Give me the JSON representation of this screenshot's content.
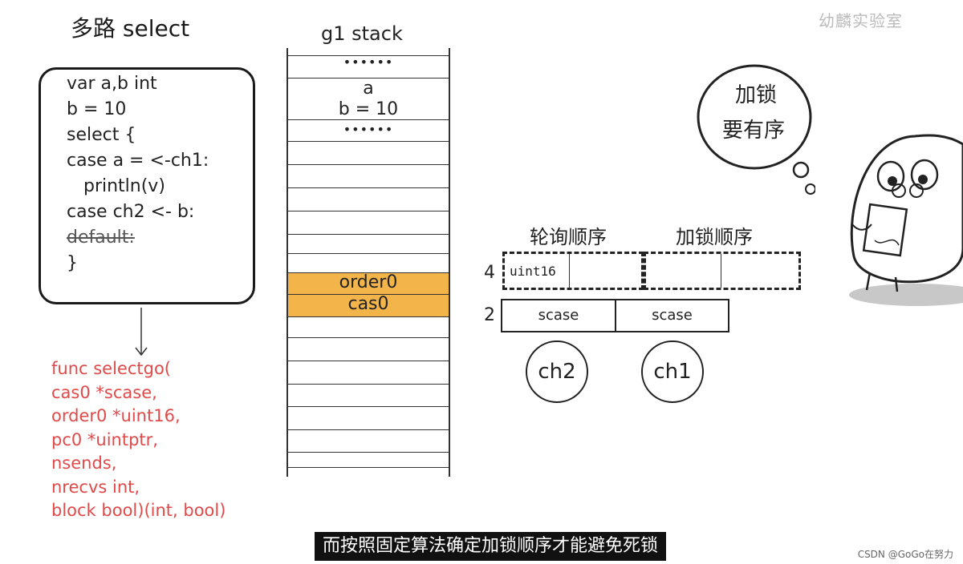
{
  "title": "多路 select",
  "code": {
    "lines": [
      "var a,b int",
      "b = 10",
      "",
      "select {",
      "case a = <-ch1:",
      "   println(v)",
      "case ch2 <- b:"
    ],
    "strikethrough_line": "default:",
    "closing": "}"
  },
  "func_signature": [
    "func selectgo(",
    "cas0 *scase,",
    "order0 *uint16,",
    "pc0 *uintptr,",
    "nsends,",
    "nrecvs int,",
    "block bool)(int, bool)"
  ],
  "stack": {
    "title": "g1 stack",
    "dots_top": "••••••",
    "a": "a",
    "b": "b = 10",
    "dots_bottom": "••••••",
    "order0": "order0",
    "cas0": "cas0",
    "highlight_color": "#f3b54a"
  },
  "speech_bubble": {
    "line1": "加锁",
    "line2": "要有序"
  },
  "orders": {
    "poll_label": "轮询顺序",
    "lock_label": "加锁顺序",
    "row4_num": "4",
    "row4_type": "uint16",
    "row2_num": "2",
    "scase1": "scase",
    "scase2": "scase",
    "ch2": "ch2",
    "ch1": "ch1"
  },
  "subtitle": "而按照固定算法确定加锁顺序才能避免死锁",
  "watermark": "CSDN @GoGo在努力",
  "logo": "幼麟实验室"
}
